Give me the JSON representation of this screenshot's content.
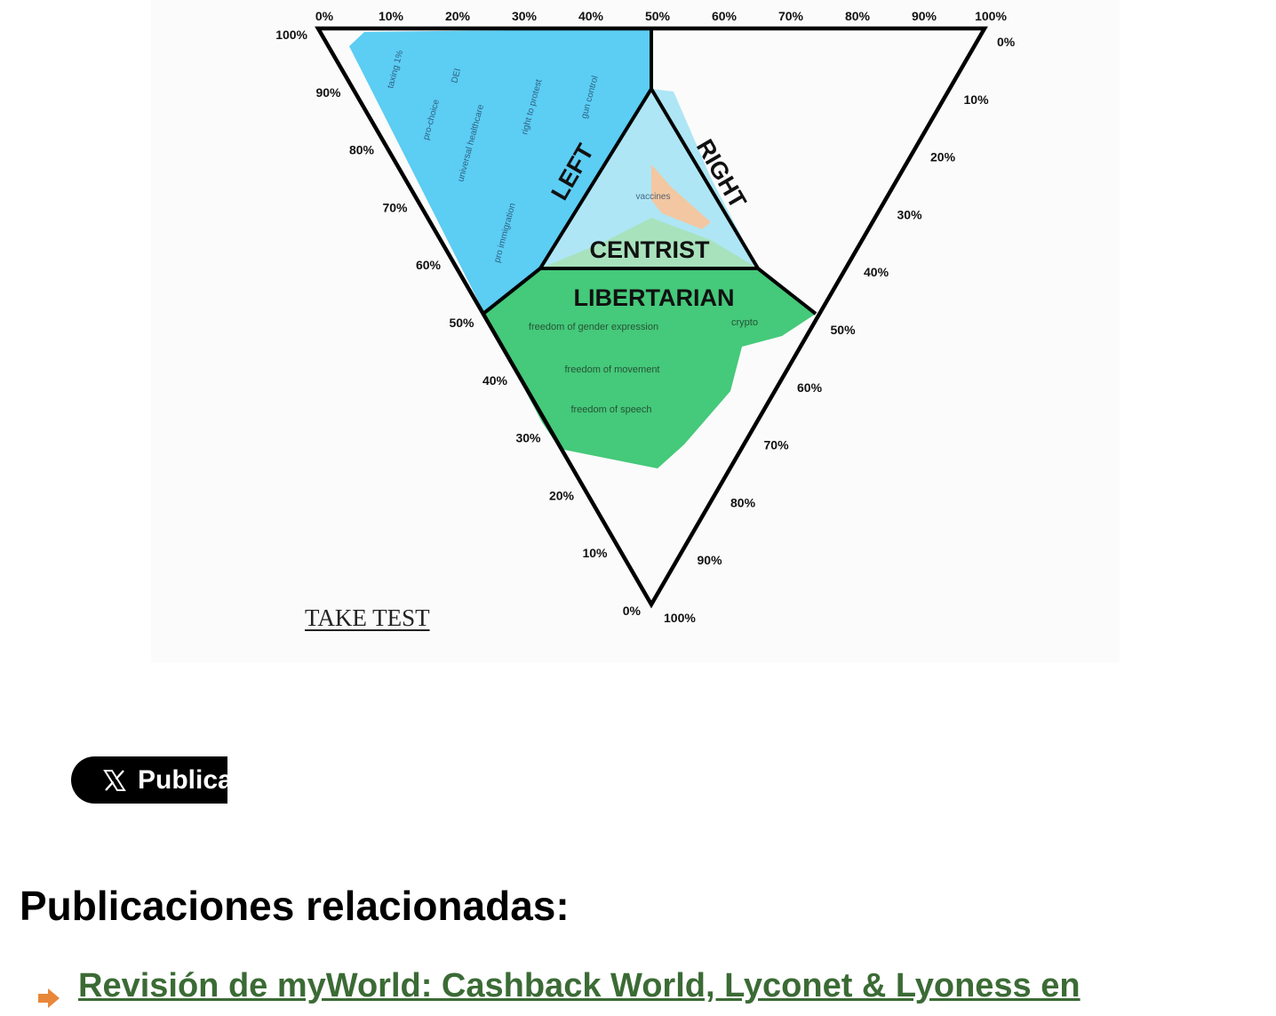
{
  "diagram": {
    "top_ticks": [
      "0%",
      "10%",
      "20%",
      "30%",
      "40%",
      "50%",
      "60%",
      "70%",
      "80%",
      "90%",
      "100%"
    ],
    "left_ticks": [
      "100%",
      "90%",
      "80%",
      "70%",
      "60%",
      "50%",
      "40%",
      "30%",
      "20%",
      "10%",
      "0%"
    ],
    "right_ticks": [
      "0%",
      "10%",
      "20%",
      "30%",
      "40%",
      "50%",
      "60%",
      "70%",
      "80%",
      "90%",
      "100%"
    ],
    "regions": {
      "left": "LEFT",
      "right": "RIGHT",
      "centrist": "CENTRIST",
      "libertarian": "LIBERTARIAN"
    },
    "left_notes": [
      "taxing 1%",
      "DEI",
      "pro-choice",
      "universal healthcare",
      "right to protest",
      "gun control",
      "pro immigration"
    ],
    "centrist_note": "vaccines",
    "libertarian_notes": [
      "freedom of gender expression",
      "crypto",
      "freedom of movement",
      "freedom of speech"
    ],
    "colors": {
      "left_fill": "#5ccdf3",
      "centrist_light": "#aee6f6",
      "centrist_green": "#a8e2bd",
      "centrist_orange": "#f3c7a1",
      "libertarian_fill": "#45c97a",
      "outline": "#000000",
      "link": "#3b6b35",
      "arrow": "#e8873a"
    }
  },
  "take_test": "TAKE TEST",
  "share_button": {
    "label": "Publica",
    "icon": "x-logo-icon"
  },
  "related": {
    "heading": "Publicaciones relacionadas:",
    "items": [
      {
        "title": "Revisión de myWorld: Cashback World, Lyconet & Lyoness en",
        "icon": "arrow-right-icon"
      }
    ]
  }
}
